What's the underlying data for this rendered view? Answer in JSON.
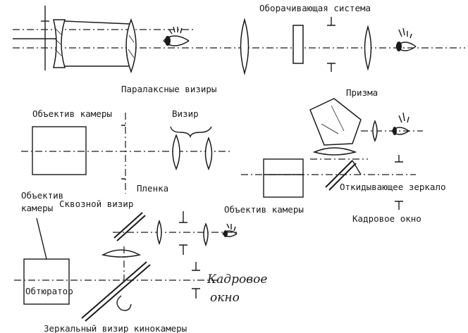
{
  "labels": {
    "reversing_system": "Оборачивающая система",
    "parallax_viewfinders": "Паралаксные визиры",
    "camera_lens_1": "Объектив камеры",
    "viewfinder": "Визир",
    "prism": "Призма",
    "film": "Пленка",
    "folding_mirror": "Откидывающее зеркало",
    "camera_lens_2": "Объектив камеры",
    "frame_window_1": "Кадровое окно",
    "camera_lens_3_line1": "Объектив",
    "camera_lens_3_line2": "камеры",
    "tube_viewfinder": "Сквозной визир",
    "shutter": "Обтюратор",
    "frame_window_hand_line1": "Кадровое",
    "frame_window_hand_line2": "окно",
    "mirror_viewfinder": "Зеркальный визир кинокамеры"
  }
}
